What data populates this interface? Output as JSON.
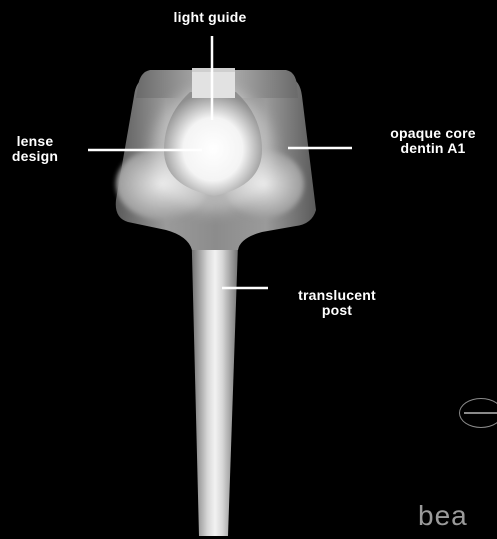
{
  "labels": {
    "light_guide": "light guide",
    "lense_design": [
      "lense",
      "design"
    ],
    "opaque_core": [
      "opaque core",
      "dentin A1"
    ],
    "translucent_post": [
      "translucent",
      "post"
    ]
  },
  "branding": {
    "text": "bea",
    "logo_icon": "oval-logo-icon"
  },
  "colors": {
    "background": "#000000",
    "label_text": "#ffffff",
    "leader_lines": "#ffffff"
  }
}
